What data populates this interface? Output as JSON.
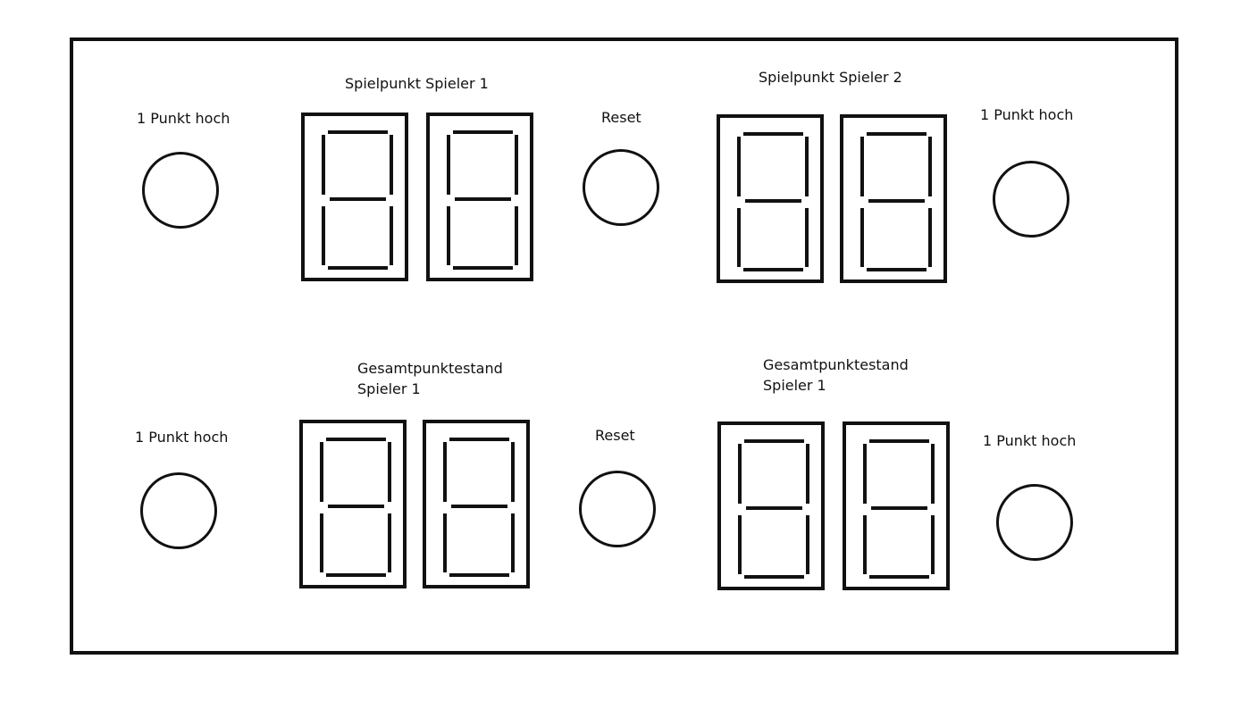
{
  "top_row": {
    "left_button_label": "1 Punkt hoch",
    "display_1_title": "Spielpunkt Spieler 1",
    "reset_label": "Reset",
    "display_2_title": "Spielpunkt Spieler 2",
    "right_button_label": "1 Punkt hoch"
  },
  "bottom_row": {
    "left_button_label": "1 Punkt hoch",
    "display_1_title_line1": "Gesamtpunktestand",
    "display_1_title_line2": "Spieler 1",
    "reset_label": "Reset",
    "display_2_title_line1": "Gesamtpunktestand",
    "display_2_title_line2": "Spieler 1",
    "right_button_label": "1 Punkt hoch"
  },
  "colors": {
    "line": "#111111",
    "background": "#ffffff"
  }
}
